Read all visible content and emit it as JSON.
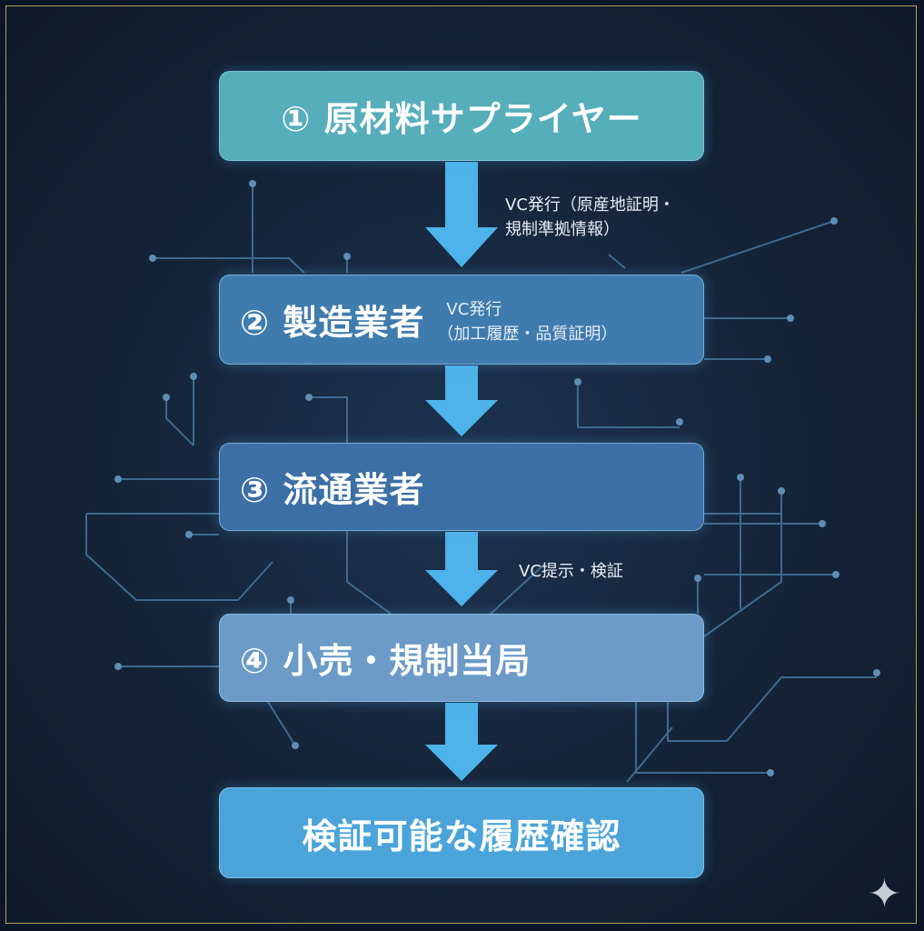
{
  "steps": [
    {
      "label": "① 原材料サプライヤー"
    },
    {
      "label": "② 製造業者",
      "note_line1": "VC発行",
      "note_line2": "（加工履歴・品質証明）"
    },
    {
      "label": "③ 流通業者"
    },
    {
      "label": "④ 小売・規制当局"
    },
    {
      "label": "検証可能な履歴確認"
    }
  ],
  "annotations": {
    "arrow1_line1": "VC発行（原産地証明・",
    "arrow1_line2": "規制準拠情報）",
    "arrow3": "VC提示・検証"
  },
  "colors": {
    "background": "#142438",
    "frame": "#b89a5a",
    "arrow": "#4db3ea"
  }
}
